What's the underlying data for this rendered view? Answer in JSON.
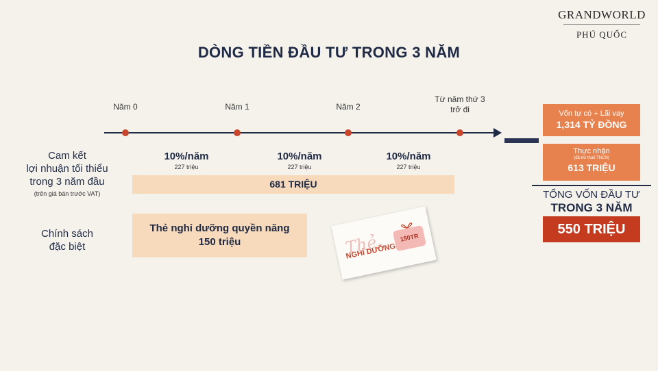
{
  "logo": {
    "top": "GRANDWORLD",
    "bottom": "PHÚ QUỐC"
  },
  "title": "DÒNG TIỀN ĐẦU TƯ TRONG 3 NĂM",
  "timeline": {
    "years": [
      "Năm 0",
      "Năm 1",
      "Năm 2",
      "Từ năm thứ 3\ntrở đi"
    ]
  },
  "commitment": {
    "label_lines": [
      "Cam kết",
      "lợi nhuận tối thiểu",
      "trong 3 năm đầu"
    ],
    "note": "(trên giá bán trước VAT)",
    "rates": [
      {
        "rate": "10%/năm",
        "amount": "227 triệu"
      },
      {
        "rate": "10%/năm",
        "amount": "227 triệu"
      },
      {
        "rate": "10%/năm",
        "amount": "227 triệu"
      }
    ],
    "total": "681 TRIỆU"
  },
  "special": {
    "label_lines": [
      "Chính sách",
      "đặc biệt"
    ],
    "text": "Thẻ nghỉ dưỡng quyền năng 150 triệu",
    "card": {
      "script": "Thẻ",
      "title": "NGHỈ DƯỠNG",
      "value": "150TR"
    }
  },
  "summary": {
    "box1": {
      "label": "Vốn tự có + Lãi vay",
      "value": "1,314 TỶ ĐỒNG"
    },
    "box2": {
      "label": "Thực nhận",
      "note": "(đã trừ thuế TNCN)",
      "value": "613 TRIỆU"
    },
    "total_line1": "TỔNG VỐN ĐẦU TƯ",
    "total_line2": "TRONG 3 NĂM",
    "total_value": "550 TRIỆU"
  },
  "colors": {
    "navy": "#1f2a44",
    "orange": "#e7824f",
    "red": "#c53b1f",
    "peach": "#f7d9bc",
    "dot": "#c8462b"
  }
}
